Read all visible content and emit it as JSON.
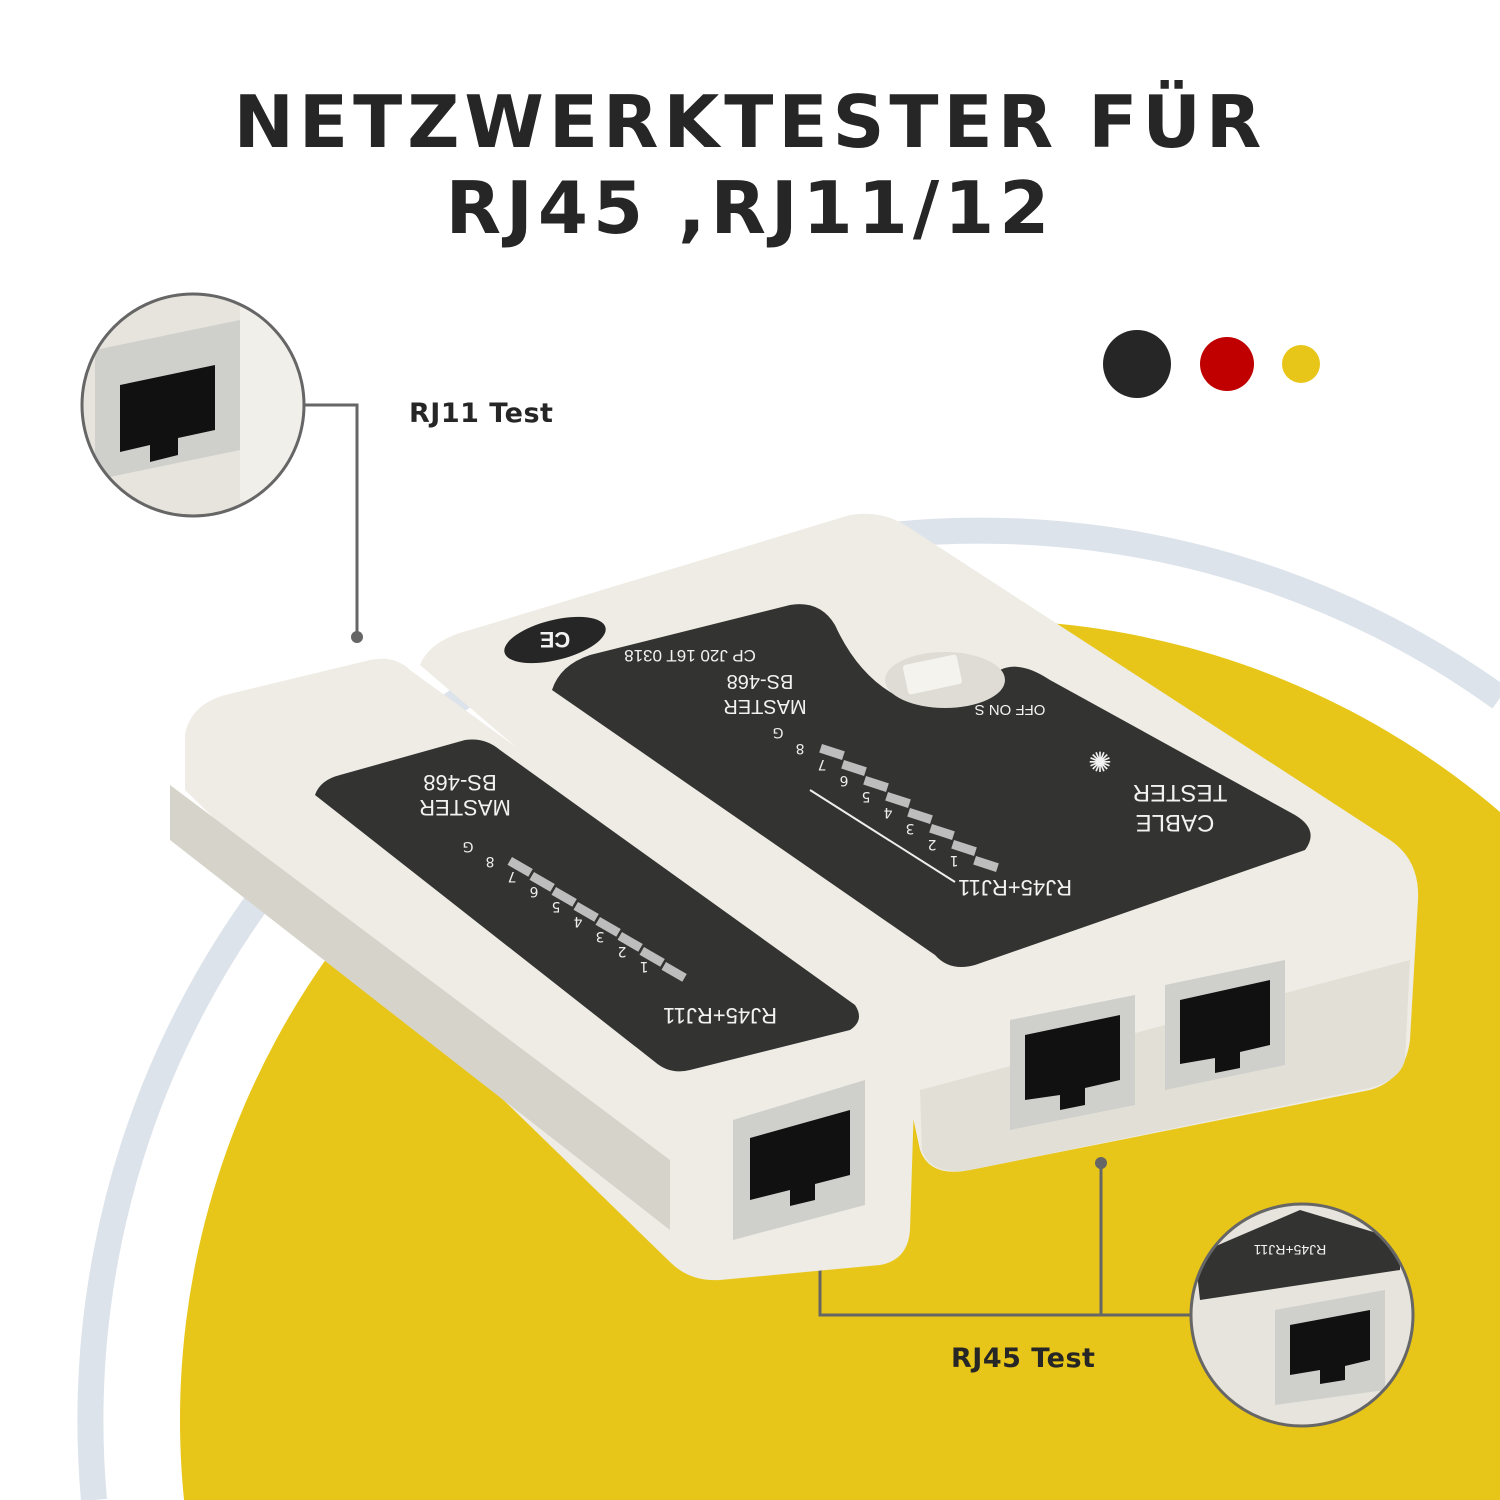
{
  "title": {
    "line1": "NETZWERKTESTER FÜR",
    "line2": "RJ45 ,RJ11/12"
  },
  "callouts": {
    "rj11": "RJ11 Test",
    "rj45": "RJ45 Test"
  },
  "color_swatches": [
    "#262626",
    "#c00000",
    "#e8c619"
  ],
  "device": {
    "remote": {
      "label1": "MASTER",
      "label2": "BS-468",
      "port_label": "RJ45+RJ11",
      "pins": [
        "1",
        "2",
        "3",
        "4",
        "5",
        "6",
        "7",
        "8",
        "G"
      ]
    },
    "main": {
      "label1": "MASTER",
      "label2": "BS-468",
      "port_label": "RJ45+RJ11",
      "brand1": "CABLE",
      "brand2": "TESTER",
      "switch": "OFF ON S",
      "code": "CP J20 16T 0318",
      "ce": "CE",
      "pins": [
        "1",
        "2",
        "3",
        "4",
        "5",
        "6",
        "7",
        "8",
        "G"
      ]
    },
    "zoom_label": "RJ45+RJ11"
  }
}
